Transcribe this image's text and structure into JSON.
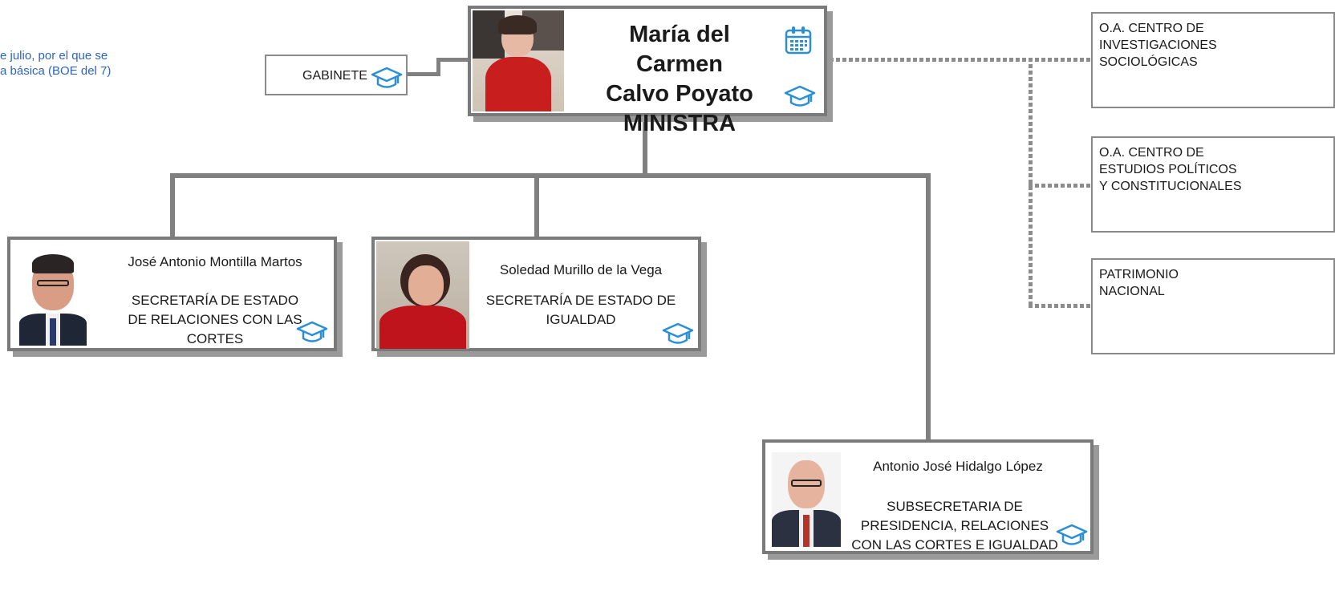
{
  "note": {
    "line1": "e julio, por el que se",
    "line2": "a básica  (BOE del 7)"
  },
  "minister": {
    "name_line1": "María del Carmen",
    "name_line2": "Calvo Poyato",
    "role": "MINISTRA"
  },
  "cabinet": {
    "label": "GABINETE"
  },
  "secretaries": [
    {
      "name": "José Antonio Montilla Martos",
      "unit_line1": "SECRETARÍA DE ESTADO",
      "unit_line2": "DE  RELACIONES CON LAS",
      "unit_line3": "CORTES"
    },
    {
      "name": "Soledad Murillo de la Vega",
      "unit_line1": "SECRETARÍA DE ESTADO DE",
      "unit_line2": "IGUALDAD"
    },
    {
      "name": "Antonio José Hidalgo López",
      "unit_line1": "SUBSECRETARIA DE",
      "unit_line2": "PRESIDENCIA, RELACIONES",
      "unit_line3": "CON LAS CORTES E IGUALDAD"
    }
  ],
  "organisms": [
    {
      "line1": "O.A. CENTRO DE",
      "line2": "INVESTIGACIONES",
      "line3": "SOCIOLÓGICAS"
    },
    {
      "line1": "O.A. CENTRO DE",
      "line2": "ESTUDIOS POLÍTICOS",
      "line3": "Y CONSTITUCIONALES"
    },
    {
      "line1": "PATRIMONIO",
      "line2": "NACIONAL"
    }
  ],
  "colors": {
    "icon": "#2a8fd6",
    "note_text": "#2e63c6",
    "connector": "#808080"
  },
  "icons": {
    "calendar": "calendar-icon",
    "cv": "graduation-cap-icon"
  }
}
